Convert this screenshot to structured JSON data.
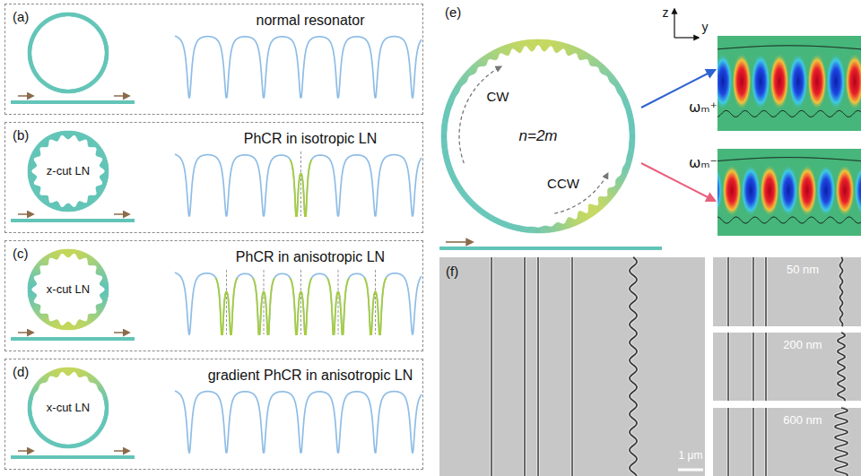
{
  "diagram": {
    "nodes": [
      {
        "text": [
          "(a)",
          "normal resonator"
        ]
      },
      {
        "text": [
          "(b)",
          "PhCR in isotropic LN"
        ]
      },
      {
        "text": [
          "z-cut LN"
        ],
        "in": 1
      },
      {
        "text": [
          "(c)",
          "PhCR in anisotropic LN"
        ]
      },
      {
        "text": [
          "x-cut LN"
        ],
        "in": 3
      },
      {
        "text": [
          "(d)",
          "gradient PhCR in anisotropic LN"
        ]
      },
      {
        "text": [
          "x-cut LN"
        ],
        "in": 5
      },
      {
        "text": [
          "CW",
          "n=2m",
          "CCW"
        ]
      },
      {
        "text": [
          "(f)",
          "1 μm"
        ]
      },
      {
        "text": [
          "50 nm"
        ]
      },
      {
        "text": [
          "200 nm"
        ]
      },
      {
        "text": [
          "600 nm"
        ]
      }
    ],
    "labels": [
      "(e)",
      "z",
      "y",
      "ωₘ⁺",
      "ωₘ⁻"
    ]
  }
}
